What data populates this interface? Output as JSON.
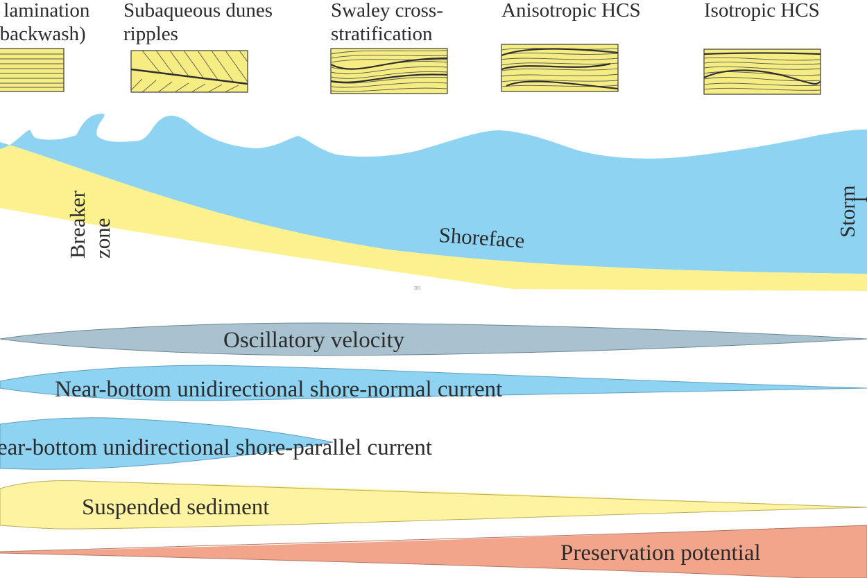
{
  "structures": [
    {
      "line1": "l lamination",
      "line2": "-backwash)"
    },
    {
      "line1": "Subaqueous dunes",
      "line2": "ripples"
    },
    {
      "line1": "Swaley cross-",
      "line2": "stratification"
    },
    {
      "line1": "Anisotropic HCS",
      "line2": ""
    },
    {
      "line1": "Isotropic HCS",
      "line2": ""
    }
  ],
  "profile": {
    "breaker_line1": "Breaker",
    "breaker_line2": "zone",
    "shoreface": "Shoreface",
    "storm": "Storm",
    "storm_cut": "l",
    "credit": "BR"
  },
  "processes": [
    {
      "label": "Oscillatory velocity",
      "color": "#a9c2cf"
    },
    {
      "label": "Near-bottom unidirectional shore-normal current",
      "color": "#8fd3f2"
    },
    {
      "label": "ear-bottom unidirectional shore-parallel current",
      "color": "#8fd3f2"
    },
    {
      "label": "Suspended sediment",
      "color": "#fdf3a0"
    },
    {
      "label": "Preservation potential",
      "color": "#f2a58b"
    }
  ],
  "colors": {
    "water": "#8fd3f2",
    "sand": "#fbf28f",
    "sketch_fill": "#f5ec82",
    "outline": "#3a3a3a"
  }
}
